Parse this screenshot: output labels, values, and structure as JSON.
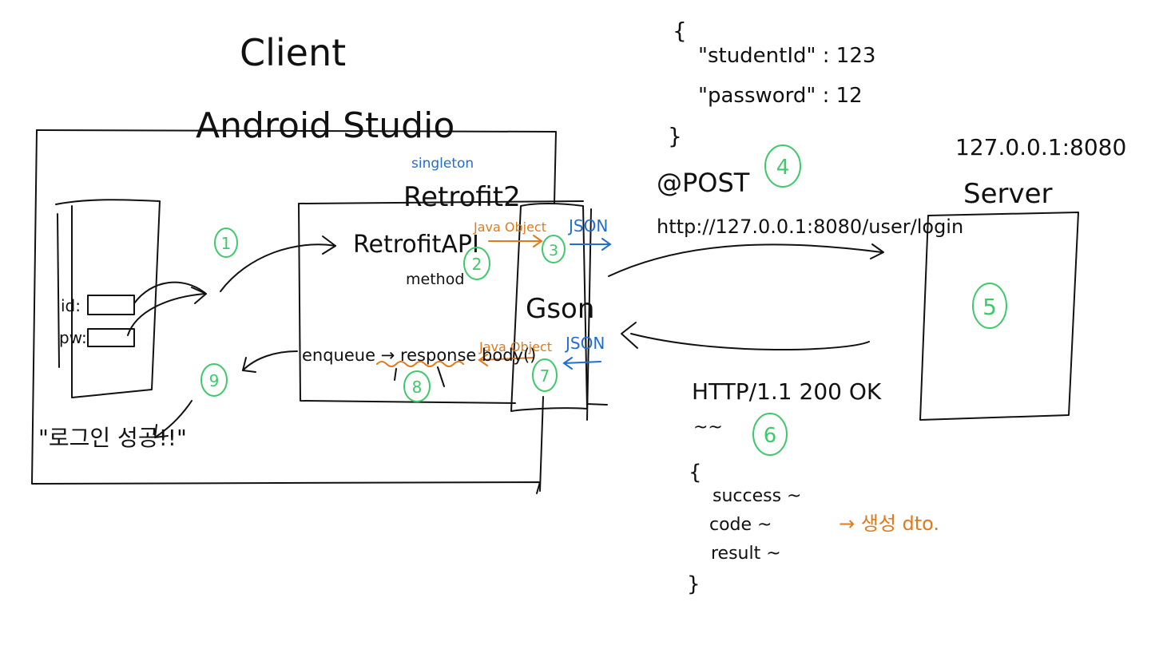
{
  "client": {
    "title": "Client",
    "subtitle": "Android Studio",
    "id_label": "id:",
    "pw_label": "pw:",
    "success_message": "\"로그인 성공!!\""
  },
  "retrofit": {
    "singleton_label": "singleton",
    "title": "Retrofit2",
    "api_label": "RetrofitAPI",
    "method_label": "method",
    "enqueue_text": "enqueue → response body()"
  },
  "gson": {
    "label": "Gson",
    "java_object_top": "Java Object",
    "json_top": "JSON",
    "java_object_bottom": "Java Object",
    "json_bottom": "JSON"
  },
  "request": {
    "body_open": "{",
    "student_line": "\"studentId\" : 123",
    "password_line": "\"password\" : 12",
    "body_close": "}",
    "method": "@POST",
    "url": "http://127.0.0.1:8080/user/login"
  },
  "server": {
    "address": "127.0.0.1:8080",
    "label": "Server"
  },
  "response": {
    "status": "HTTP/1.1 200 OK",
    "tilde": "~~",
    "body_open": "{",
    "fields": [
      "success  ~",
      "code  ~",
      "result  ~"
    ],
    "body_close": "}",
    "dto_note": "→ 생성 dto."
  },
  "steps": [
    "1",
    "2",
    "3",
    "4",
    "5",
    "6",
    "7",
    "8",
    "9"
  ],
  "colors": {
    "ink": "#111111",
    "blue": "#1f6fd1",
    "orange": "#e07a1a",
    "green": "#3ec96a"
  }
}
